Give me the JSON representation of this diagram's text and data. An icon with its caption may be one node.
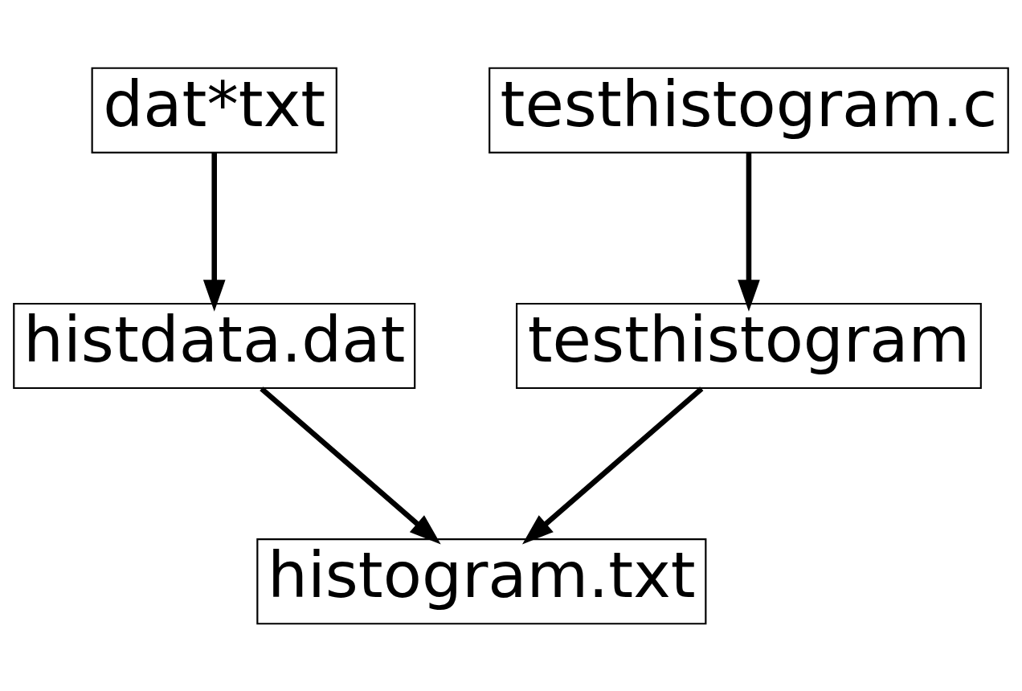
{
  "diagram": {
    "nodes": [
      {
        "text": [
          "dat*txt"
        ]
      },
      {
        "text": [
          "testhistogram.c"
        ]
      },
      {
        "text": [
          "histdata.dat"
        ]
      },
      {
        "text": [
          "testhistogram"
        ]
      },
      {
        "text": [
          "histogram.txt"
        ]
      }
    ],
    "edges": [
      {
        "from": 0,
        "to": 2,
        "arrow": "to"
      },
      {
        "from": 1,
        "to": 3,
        "arrow": "to"
      },
      {
        "from": 2,
        "to": 4,
        "arrow": "to"
      },
      {
        "from": 3,
        "to": 4,
        "arrow": "to"
      }
    ]
  }
}
